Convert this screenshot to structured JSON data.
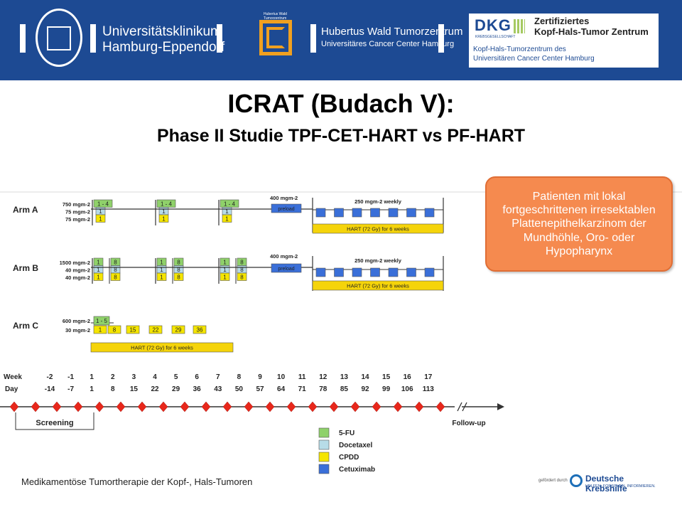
{
  "header": {
    "uke_line1": "Universitätsklinikum",
    "uke_line2": "Hamburg-Eppendorf",
    "hw_logo_text": "Hubertus Wald Tumorzentrum",
    "hw_line1": "Hubertus Wald Tumorzentrum",
    "hw_line2": "Universitäres Cancer Center Hamburg",
    "dkg_logo": "DKG",
    "dkg_logo_sub": "KREBSGESELLSCHAFT",
    "dkg_cert1": "Zertifiziertes",
    "dkg_cert2": "Kopf-Hals-Tumor Zentrum",
    "dkg_line1": "Kopf-Hals-Tumorzentrum des",
    "dkg_line2": "Universitären Cancer Center Hamburg"
  },
  "title": {
    "main": "ICRAT (Budach V):",
    "sub": "Phase II Studie TPF-CET-HART vs PF-HART"
  },
  "callout": "Patienten mit lokal fortgeschrittenen irresektablen Plattenepithelkarzinom der Mundhöhle, Oro- oder Hypopharynx",
  "diagram": {
    "arms": [
      {
        "label": "Arm A",
        "preload": "400 mgm-2",
        "preload_box": "preload",
        "weekly": "250 mgm-2 weekly",
        "hart": "HART (72 Gy) for 6 weeks",
        "doses": [
          "750 mgm-2",
          "75 mgm-2",
          "75 mgm-2"
        ],
        "cells": [
          [
            "1 - 4",
            "1",
            "1"
          ],
          [
            "1 - 4",
            "1",
            "1"
          ],
          [
            "1 - 4",
            "1",
            "1"
          ]
        ]
      },
      {
        "label": "Arm B",
        "preload": "400 mgm-2",
        "preload_box": "preload",
        "weekly": "250 mgm-2 weekly",
        "hart": "HART (72 Gy) for 6 weeks",
        "doses": [
          "1500 mgm-2",
          "40 mgm-2",
          "40 mgm-2"
        ],
        "cells": [
          [
            [
              "1",
              "8"
            ],
            [
              "1",
              "8"
            ],
            [
              "1",
              "8"
            ]
          ],
          [
            [
              "1",
              "8"
            ],
            [
              "1",
              "8"
            ],
            [
              "1",
              "8"
            ]
          ],
          [
            [
              "1",
              "8"
            ],
            [
              "1",
              "8"
            ],
            [
              "1",
              "8"
            ]
          ]
        ]
      },
      {
        "label": "Arm C",
        "doses": [
          "600 mgm-2",
          "30 mgm-2"
        ],
        "fu": "1 - 5",
        "cp_days": [
          "1",
          "8",
          "15",
          "22",
          "29",
          "36"
        ],
        "hart": "HART (72 Gy) for 6 weeks"
      }
    ],
    "timeline": {
      "week_label": "Week",
      "day_label": "Day",
      "weeks": [
        "-2",
        "-1",
        "1",
        "2",
        "3",
        "4",
        "5",
        "6",
        "7",
        "8",
        "9",
        "10",
        "11",
        "12",
        "13",
        "14",
        "15",
        "16",
        "17"
      ],
      "days": [
        "-14",
        "-7",
        "1",
        "8",
        "15",
        "22",
        "29",
        "36",
        "43",
        "50",
        "57",
        "64",
        "71",
        "78",
        "85",
        "92",
        "99",
        "106",
        "113"
      ],
      "screening": "Screening",
      "followup": "Follow-up"
    },
    "legend": [
      {
        "label": "5-FU",
        "color": "#8fd16a"
      },
      {
        "label": "Docetaxel",
        "color": "#b7dce8"
      },
      {
        "label": "CPDD",
        "color": "#f5e500"
      },
      {
        "label": "Cetuximab",
        "color": "#3a6fd8"
      }
    ]
  },
  "footer": {
    "text": "Medikamentöse Tumortherapie der Kopf-, Hals-Tumoren",
    "sponsor_small": "gefördert durch",
    "sponsor_name": "Deutsche Krebshilfe",
    "sponsor_tag": "HELFEN. FORSCHEN. INFORMIEREN."
  },
  "colors": {
    "header": "#1d4a93",
    "callout": "#f58a4f",
    "timeline": "#e8271b",
    "hart": "#f5d40a"
  }
}
